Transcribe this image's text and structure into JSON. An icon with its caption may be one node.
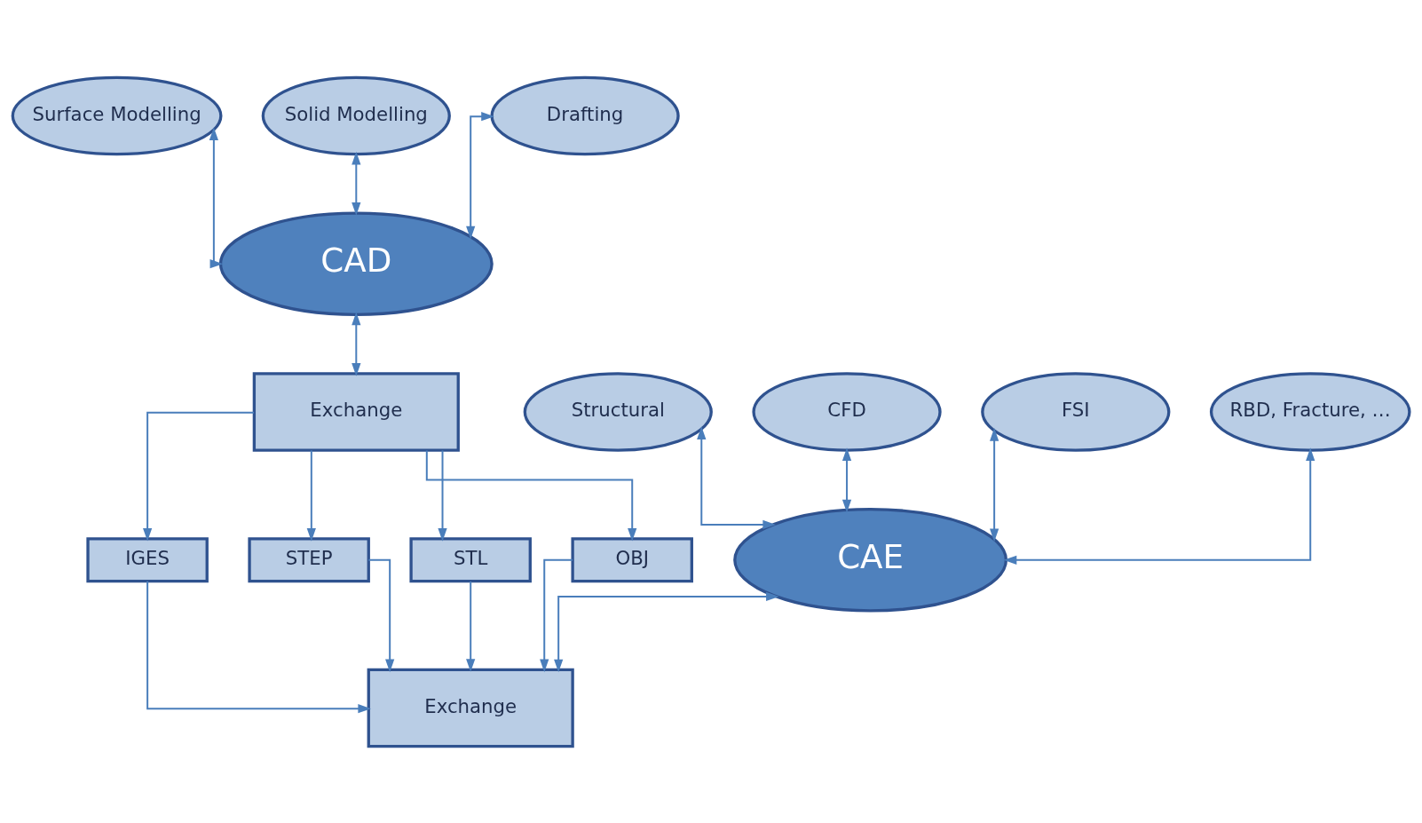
{
  "diagram": {
    "nodes": [
      {
        "text": [
          "Surface Modelling"
        ]
      },
      {
        "text": [
          "Solid Modelling"
        ]
      },
      {
        "text": [
          "Drafting"
        ]
      },
      {
        "text": [
          "CAD"
        ]
      },
      {
        "text": [
          "Exchange"
        ]
      },
      {
        "text": [
          "Structural"
        ]
      },
      {
        "text": [
          "CFD"
        ]
      },
      {
        "text": [
          "FSI"
        ]
      },
      {
        "text": [
          "CAE"
        ]
      },
      {
        "text": [
          "RBD, Fracture, …"
        ]
      },
      {
        "text": [
          "Exchange"
        ]
      },
      {
        "text": [
          "IGES"
        ]
      },
      {
        "text": [
          "STEP"
        ]
      },
      {
        "text": [
          "STL"
        ]
      },
      {
        "text": [
          "OBJ"
        ]
      }
    ],
    "edges": [
      {
        "from": 0,
        "to": 3,
        "arrow": "both"
      },
      {
        "from": 1,
        "to": 3,
        "arrow": "both"
      },
      {
        "from": 2,
        "to": 3,
        "arrow": "both"
      },
      {
        "from": 3,
        "to": 4,
        "arrow": "both"
      },
      {
        "from": 5,
        "to": 8,
        "arrow": "both"
      },
      {
        "from": 6,
        "to": 8,
        "arrow": "both"
      },
      {
        "from": 7,
        "to": 8,
        "arrow": "both"
      },
      {
        "from": 9,
        "to": 8,
        "arrow": "both"
      },
      {
        "from": 8,
        "to": 10,
        "arrow": "both"
      },
      {
        "from": 4,
        "to": 11,
        "arrow": "to"
      },
      {
        "from": 4,
        "to": 12,
        "arrow": "to"
      },
      {
        "from": 4,
        "to": 13,
        "arrow": "to"
      },
      {
        "from": 4,
        "to": 14,
        "arrow": "to"
      },
      {
        "from": 11,
        "to": 10,
        "arrow": "to"
      },
      {
        "from": 12,
        "to": 10,
        "arrow": "to"
      },
      {
        "from": 13,
        "to": 10,
        "arrow": "to"
      },
      {
        "from": 14,
        "to": 10,
        "arrow": "to"
      }
    ]
  }
}
